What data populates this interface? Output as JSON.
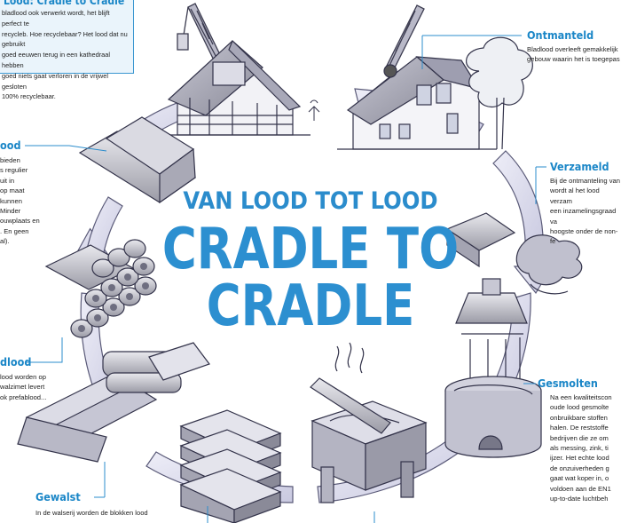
{
  "header": {
    "subtitle": "VAN LOOD TOT LOOD",
    "title_line1": "CRADLE TO",
    "title_line2": "CRADLE"
  },
  "intro": {
    "title": "Lood: Cradle to Cradle",
    "text": "bladlood ook verwerkt wordt, het blijft perfect te\nrecycleb. Hoe recyclebaar? Het lood dat nu gebruikt\ngoed eeuwen terug in een kathedraal hebben\ngoed niets gaat verloren in de vrijwel gesloten\n100% recyclebaar."
  },
  "steps": {
    "ontmanteld": {
      "title": "Ontmanteld",
      "text": "Bladlood overleeft gemakkelijk\ngebouw waarin het is toegepas"
    },
    "verzameld": {
      "title": "Verzameld",
      "text": "Bij de ontmanteling van\nwordt al het lood verzam\neen inzamelingsgraad va\nhoogste onder de non-fe"
    },
    "gesmolten": {
      "title": "Gesmolten",
      "text": "Na een kwaliteitscon\noude lood gesmolte\nonbruikbare stoffen\nhalen. De reststoffe\nbedrijven die ze om\nals messing, zink, ti\nijzer. Het echte lood\nde onzuiverheden g\ngaat wat koper in, o\nvoldoen aan de EN1\nup-to-date luchtbeh"
    },
    "gewalst": {
      "title": "Gewalst",
      "text": "In de walserij worden de blokken lood"
    },
    "bladlood": {
      "title": "dlood",
      "text": "lood worden op\nwalzimet levert\nok prefablood..."
    },
    "prefab": {
      "title": "ood",
      "text": "bieden\ns regulier\nuit in\nop maat\nkunnen\nMinder\nouwplaats en\n. En geen\nal)."
    }
  },
  "colors": {
    "accent": "#2b8ccc",
    "arrow_fill": "#dcdcef",
    "arrow_stroke": "#5a5a78",
    "intro_bg": "#eaf4fb"
  },
  "icons": [
    "house-icon",
    "crane-icon",
    "tree-icon",
    "lead-roll-icon",
    "lead-sheet-icon",
    "lead-ingot-icon",
    "furnace-icon",
    "rolling-mill-icon",
    "scrap-lead-icon",
    "mold-icon"
  ]
}
